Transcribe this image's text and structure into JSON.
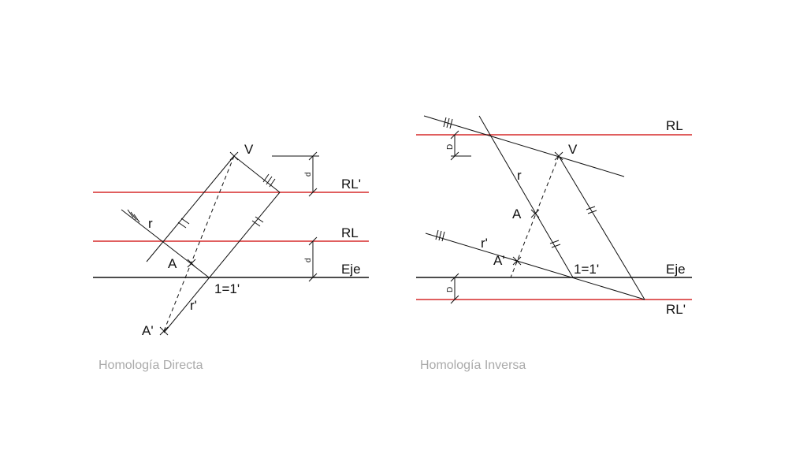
{
  "colors": {
    "limit_line": "#d62a2a",
    "axis_line": "#111111",
    "caption": "#aaaaaa"
  },
  "left": {
    "caption": "Homología Directa",
    "labels": {
      "V": "V",
      "r": "r",
      "RLp": "RL'",
      "RL": "RL",
      "A": "A",
      "Eje": "Eje",
      "one": "1=1'",
      "rp": "r'",
      "Ap": "A'",
      "d1": "d",
      "d2": "d"
    }
  },
  "right": {
    "caption": "Homología Inversa",
    "labels": {
      "RL": "RL",
      "V": "V",
      "r": "r",
      "A": "A",
      "rp": "r'",
      "Ap": "A'",
      "one": "1=1'",
      "Eje": "Eje",
      "RLp": "RL'",
      "D1": "D",
      "D2": "D"
    }
  }
}
